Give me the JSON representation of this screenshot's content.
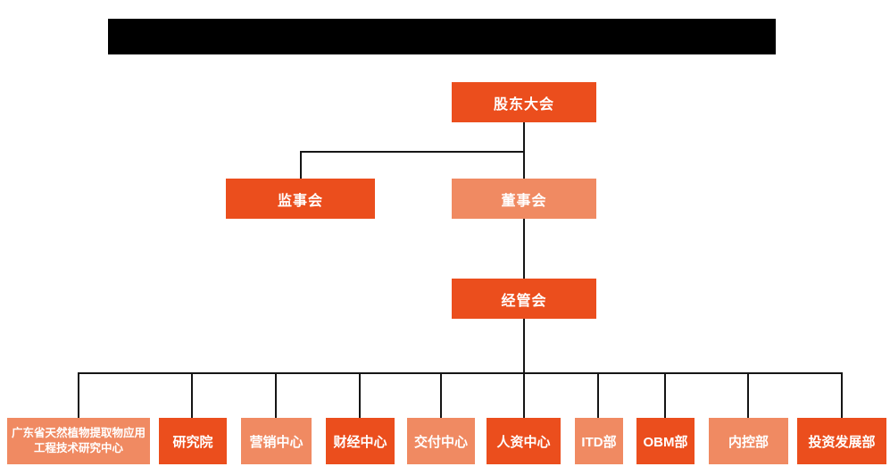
{
  "org": {
    "title_bar": {
      "redacted": true
    },
    "nodes": {
      "shareholders": {
        "label": "股东大会",
        "variant": "dark"
      },
      "supervisors": {
        "label": "监事会",
        "variant": "dark"
      },
      "directors": {
        "label": "董事会",
        "variant": "light"
      },
      "management": {
        "label": "经管会",
        "variant": "dark"
      }
    },
    "departments": [
      {
        "label": "广东省天然植物提取物应用工程技术研究中心",
        "variant": "light"
      },
      {
        "label": "研究院",
        "variant": "dark"
      },
      {
        "label": "营销中心",
        "variant": "light"
      },
      {
        "label": "财经中心",
        "variant": "dark"
      },
      {
        "label": "交付中心",
        "variant": "light"
      },
      {
        "label": "人资中心",
        "variant": "dark"
      },
      {
        "label": "ITD部",
        "variant": "light"
      },
      {
        "label": "OBM部",
        "variant": "dark"
      },
      {
        "label": "内控部",
        "variant": "light"
      },
      {
        "label": "投资发展部",
        "variant": "dark"
      }
    ],
    "colors": {
      "dark_node": "#EB4E1D",
      "light_node": "#F08A62",
      "connector_line": "#151515",
      "redaction": "#000000",
      "node_text": "#ffffff",
      "background": "#ffffff"
    }
  }
}
